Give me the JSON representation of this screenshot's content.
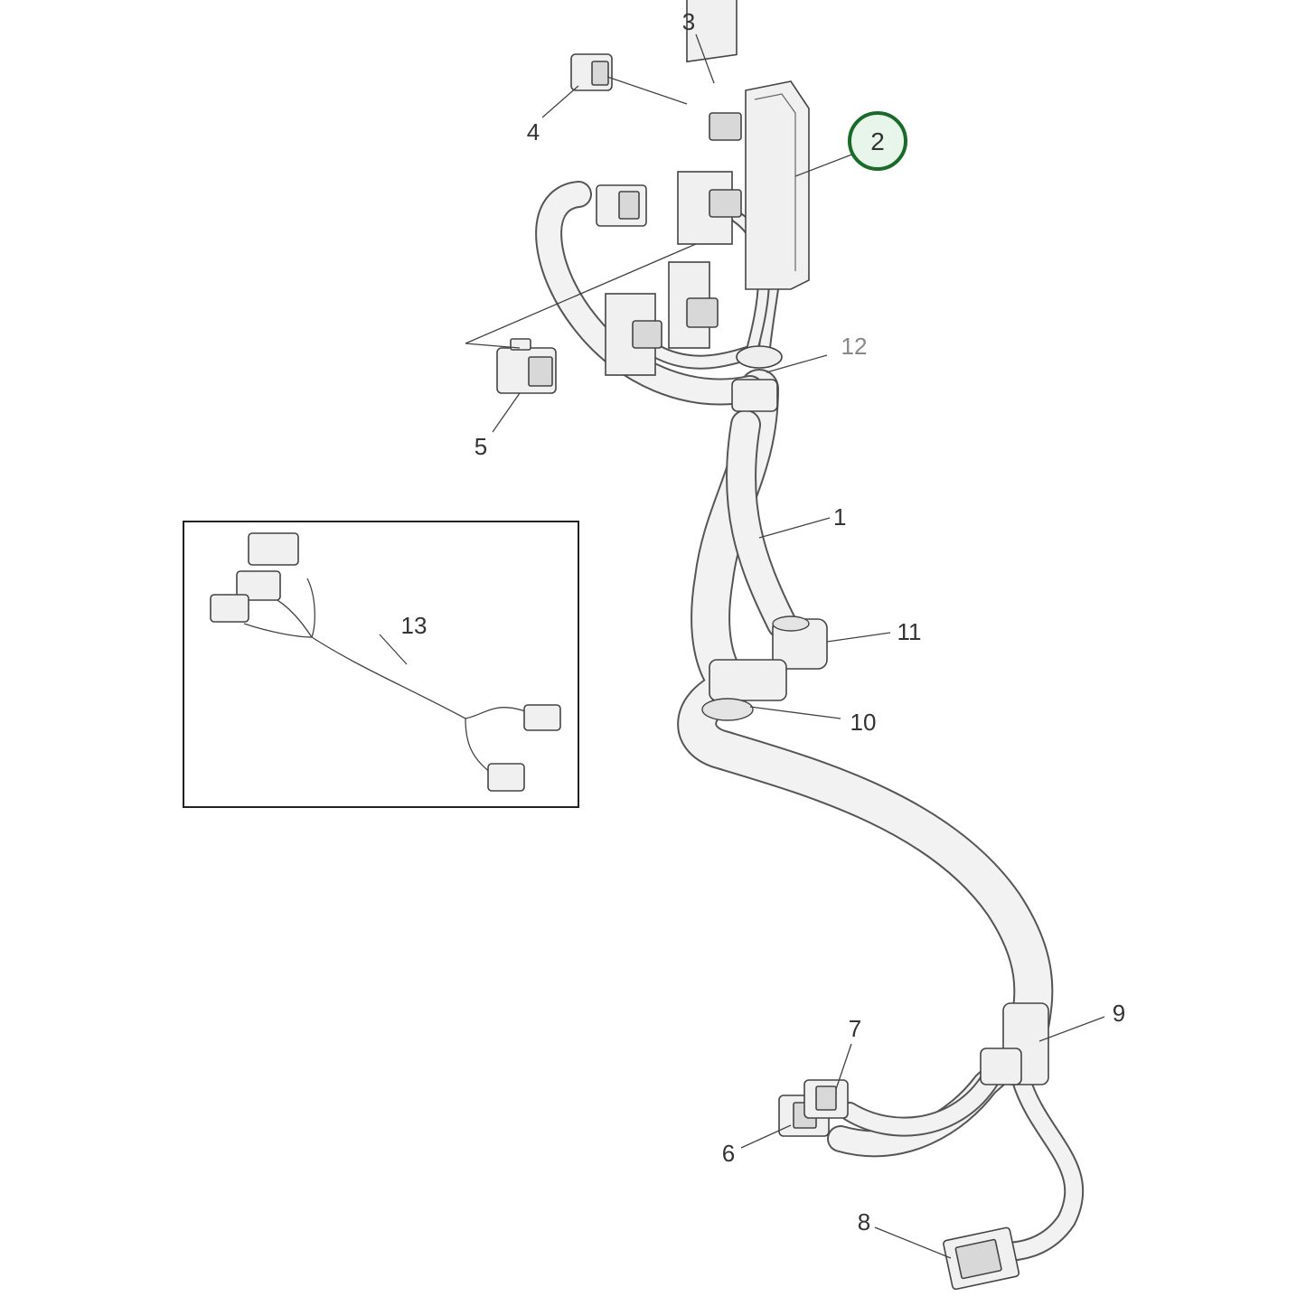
{
  "callouts": {
    "c1": "1",
    "c2": "2",
    "c3": "3",
    "c4": "4",
    "c5": "5",
    "c6": "6",
    "c7": "7",
    "c8": "8",
    "c9": "9",
    "c10": "10",
    "c11": "11",
    "c12": "12",
    "c13": "13"
  },
  "highlight_color": "#1a6b2a"
}
